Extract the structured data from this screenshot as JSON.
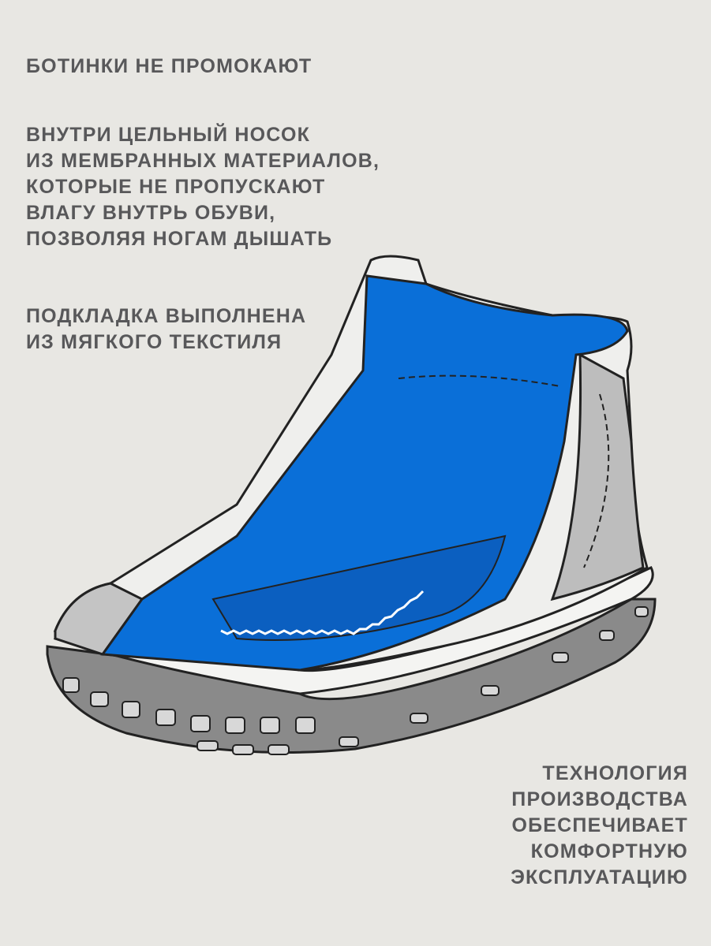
{
  "headline": "БОТИНКИ НЕ ПРОМОКАЮТ",
  "membrane": [
    "ВНУТРИ ЦЕЛЬНЫЙ НОСОК",
    "ИЗ МЕМБРАННЫХ МАТЕРИАЛОВ,",
    "КОТОРЫЕ НЕ ПРОПУСКАЮТ",
    "ВЛАГУ ВНУТРЬ ОБУВИ,",
    "ПОЗВОЛЯЯ НОГАМ ДЫШАТЬ"
  ],
  "lining": [
    "ПОДКЛАДКА ВЫПОЛНЕНА",
    "ИЗ МЯГКОГО ТЕКСТИЛЯ"
  ],
  "technology": [
    "ТЕХНОЛОГИЯ",
    "ПРОИЗВОДСТВА",
    "ОБЕСПЕЧИВАЕТ",
    "КОМФОРТНУЮ",
    "ЭКСПЛУАТАЦИЮ"
  ],
  "colors": {
    "background": "#e8e7e3",
    "text": "#58585a",
    "lining_blue": "#0a6fd8",
    "sole": "#7a7a7a"
  }
}
